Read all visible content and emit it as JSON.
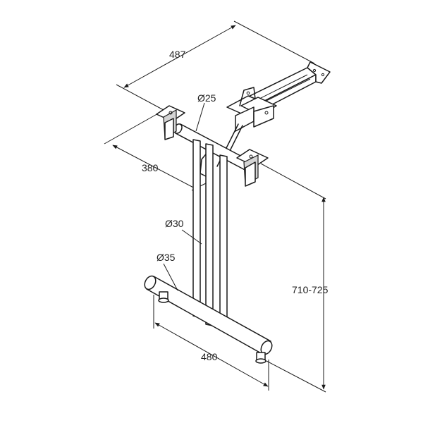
{
  "labels": {
    "tube_top_diameter": "Ø25",
    "column_diameter": "Ø30",
    "foot_diameter": "Ø35",
    "width_top": "487",
    "depth_top": "380",
    "foot_length": "480",
    "height": "710-725"
  },
  "colors": {
    "line": "#1a1a1a",
    "text": "#222222",
    "shade": "#d4d4d4",
    "background": "#ffffff"
  }
}
